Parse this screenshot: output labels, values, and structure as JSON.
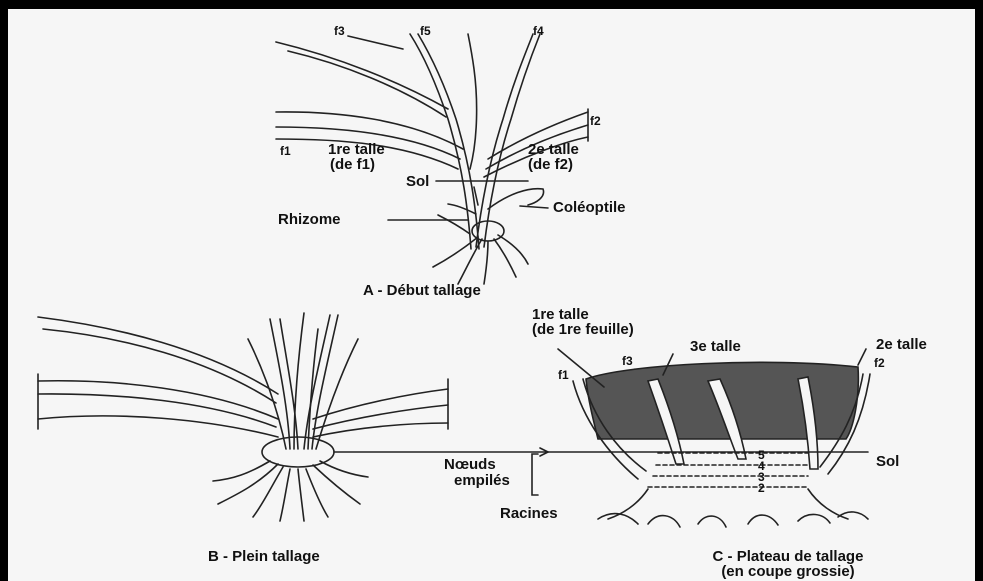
{
  "panel_a": {
    "f3": "f3",
    "f5": "f5",
    "f4": "f4",
    "f2": "f2",
    "f1": "f1",
    "talle1_line1": "1re talle",
    "talle1_line2": "(de f1)",
    "talle2_line1": "2e talle",
    "talle2_line2": "(de f2)",
    "sol": "Sol",
    "rhizome": "Rhizome",
    "coleoptile": "Coléoptile",
    "caption": "A - Début tallage"
  },
  "panel_b": {
    "caption": "B - Plein tallage"
  },
  "panel_c": {
    "talle1_line1": "1re talle",
    "talle1_line2": "(de 1re feuille)",
    "f3": "f3",
    "talle3": "3e talle",
    "talle2": "2e talle",
    "f1": "f1",
    "f2": "f2",
    "noeuds_line1": "Nœuds",
    "noeuds_line2": "empilés",
    "sol": "Sol",
    "racines": "Racines",
    "node_numbers": [
      "5",
      "4",
      "3",
      "2"
    ],
    "caption_line1": "C - Plateau de tallage",
    "caption_line2": "(en coupe grossie)"
  }
}
